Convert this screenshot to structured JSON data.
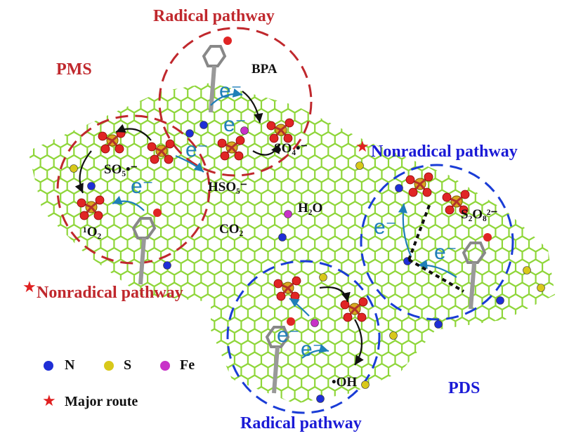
{
  "regions": {
    "radical_top": "Radical pathway",
    "pms": "PMS",
    "nonradical_right": "Nonradical pathway",
    "nonradical_left": "Nonradical pathway",
    "pds": "PDS",
    "radical_bottom": "Radical pathway"
  },
  "species": {
    "bpa": "BPA",
    "so5": "SO₅•⁻",
    "hso5": "HSO₅⁻",
    "so4": "SO₄•⁻",
    "h2o": "H₂O",
    "co2": "CO₂",
    "singlet_o2": "¹O₂",
    "s2o8": "S₂O₈²⁻",
    "oh": "•OH"
  },
  "electron_label": "e⁻",
  "legend": {
    "items": [
      {
        "symbol": "N",
        "color": "#1f2ed6"
      },
      {
        "symbol": "S",
        "color": "#d8c81a"
      },
      {
        "symbol": "Fe",
        "color": "#c832c8"
      }
    ],
    "major_route": "Major route",
    "star_color": "#e02020"
  },
  "colors": {
    "graphene": "#8fd63a",
    "radical_circle": "#c0282d",
    "nonradical_circle": "#1a3cd6",
    "electron_arrow": "#1f7fb8"
  }
}
